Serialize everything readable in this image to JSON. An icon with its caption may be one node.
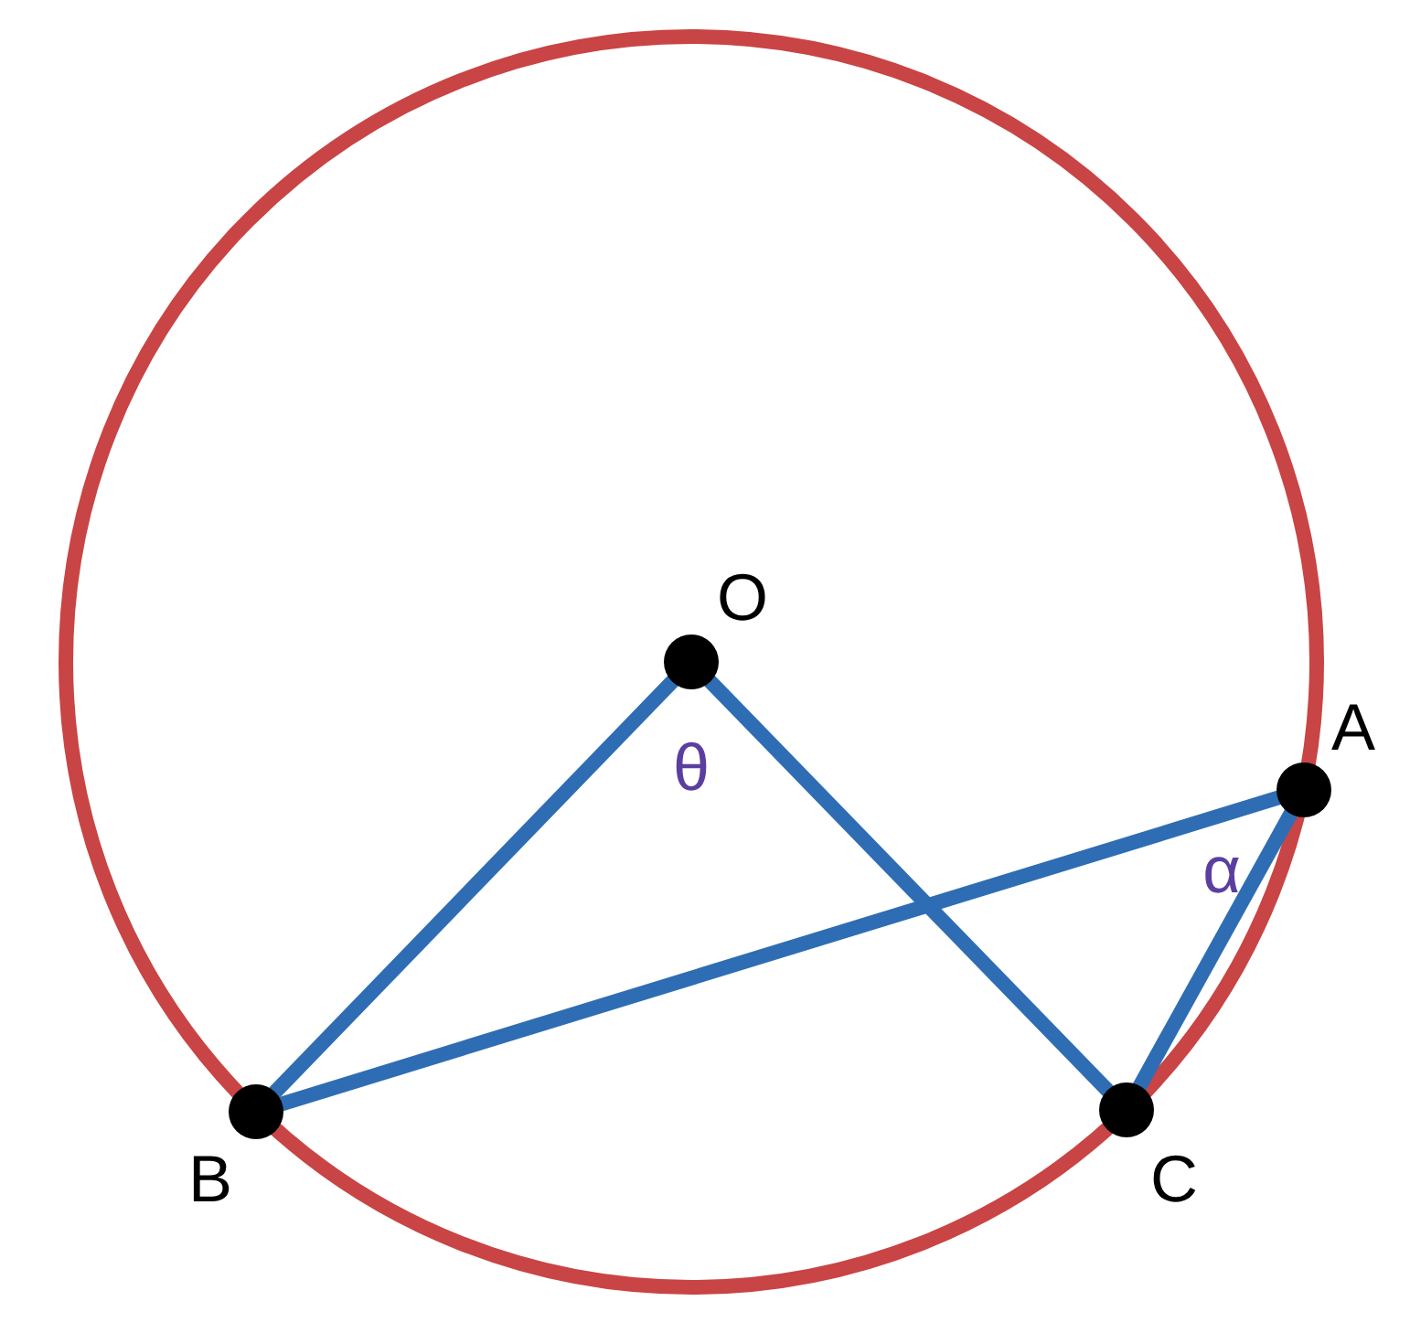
{
  "diagram": {
    "nodes": [
      {
        "text": [],
        "shape": "circle",
        "beside": [
          "O"
        ]
      },
      {
        "text": [],
        "shape": "circle",
        "beside": [
          "A"
        ]
      },
      {
        "text": [],
        "shape": "circle",
        "beside": [
          "B"
        ]
      },
      {
        "text": [],
        "shape": "circle",
        "beside": [
          "C"
        ]
      }
    ],
    "edges": [
      {
        "from": 0,
        "to": 2,
        "arrow": "none"
      },
      {
        "from": 0,
        "to": 3,
        "arrow": "none"
      },
      {
        "from": 2,
        "to": 1,
        "arrow": "none"
      },
      {
        "from": 1,
        "to": 3,
        "arrow": "none"
      }
    ],
    "labels": [
      "θ",
      "α"
    ]
  }
}
